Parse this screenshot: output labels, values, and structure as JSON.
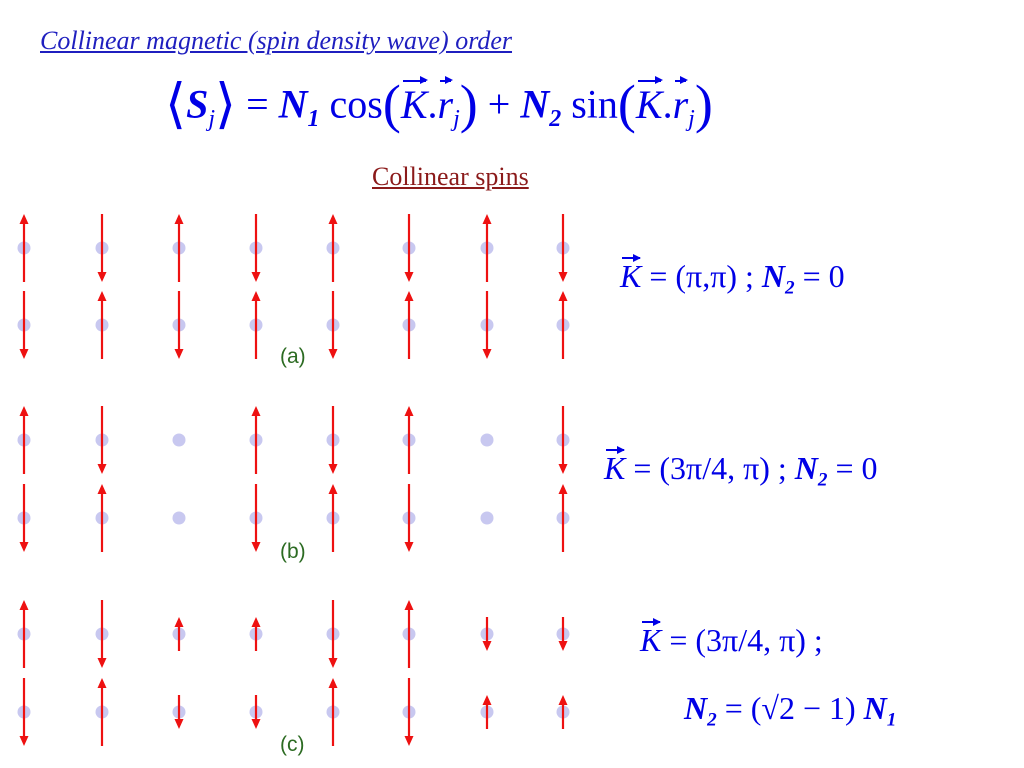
{
  "title": "Collinear magnetic (spin density wave) order",
  "subtitle": "Collinear spins",
  "main_equation": {
    "lhs_S": "S",
    "lhs_j": "j",
    "N1": "N",
    "N1_sub": "1",
    "cos": "cos",
    "N2": "N",
    "N2_sub": "2",
    "sin": "sin",
    "K": "K",
    "r": "r",
    "j": "j"
  },
  "panels": [
    {
      "label": "(a)",
      "eq_K": "= (π,π)  ;  ",
      "eq_N2_text": " = 0",
      "spins_row1": [
        1,
        -1,
        1,
        -1,
        1,
        -1,
        1,
        -1
      ],
      "spins_row2": [
        -1,
        1,
        -1,
        1,
        -1,
        1,
        -1,
        1
      ]
    },
    {
      "label": "(b)",
      "eq_K": "= (3π/4, π)  ;  ",
      "eq_N2_text": " = 0",
      "spins_row1": [
        1,
        -1,
        0,
        1,
        -1,
        1,
        0,
        -1
      ],
      "spins_row2": [
        -1,
        1,
        0,
        -1,
        1,
        -1,
        0,
        1
      ]
    },
    {
      "label": "(c)",
      "eq_K": "= (3π/4, π)  ;",
      "eq_N2_line": "= (√2 − 1) ",
      "spins_row1": [
        1,
        -1,
        0.5,
        0.5,
        -1,
        1,
        -0.5,
        -0.5
      ],
      "spins_row2": [
        -1,
        1,
        -0.5,
        -0.5,
        1,
        -1,
        0.5,
        0.5
      ]
    }
  ],
  "colors": {
    "arrow": "#ee1111",
    "dot": "#c8c8f0",
    "equation": "#0000e6",
    "title": "#1f1fbf",
    "subtitle": "#8b1a1a",
    "label": "#2c6b22"
  }
}
